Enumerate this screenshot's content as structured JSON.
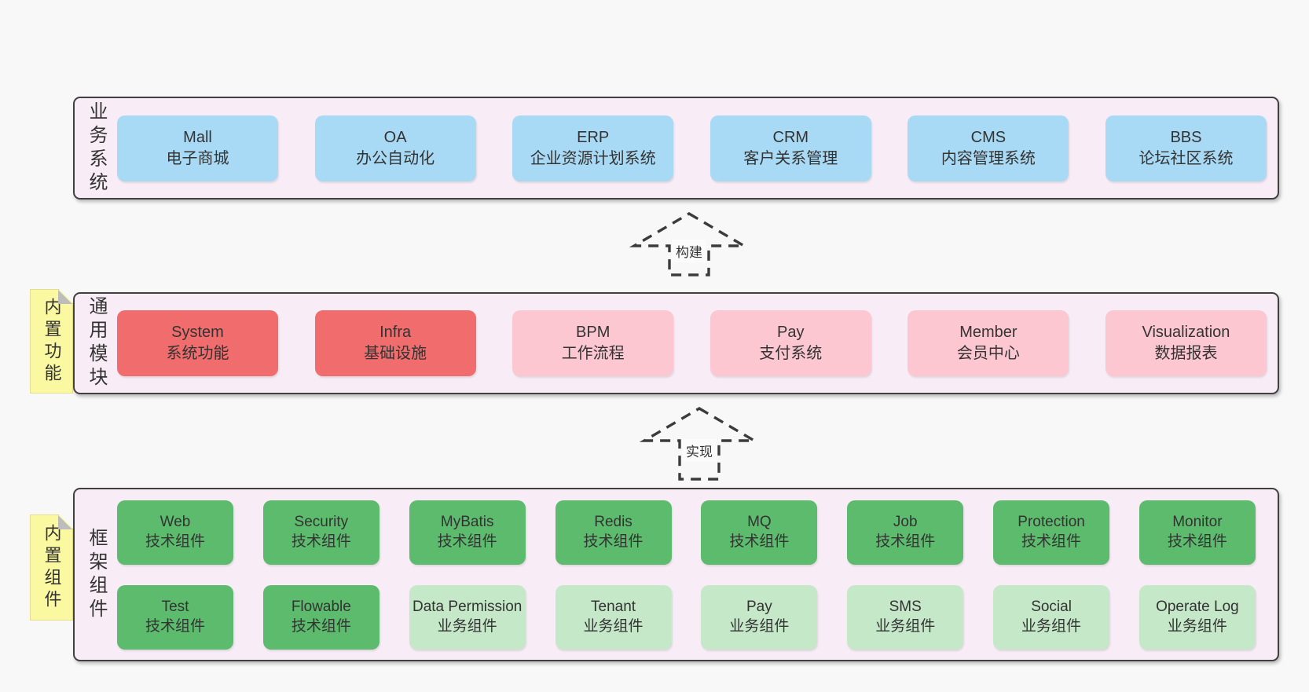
{
  "colors": {
    "page_bg": "#f8f8f8",
    "panel_bg": "#f8edf6",
    "panel_border": "#404040",
    "blue": "#a9daf5",
    "red": "#f16c6c",
    "pink": "#fcc7d1",
    "green": "#5cbb6c",
    "light_green": "#c5e8c8",
    "sticky_yellow": "#fbf8a2",
    "text": "#333333"
  },
  "arrows": [
    {
      "label": "构建"
    },
    {
      "label": "实现"
    }
  ],
  "stickies": [
    {
      "label": "内置功能"
    },
    {
      "label": "内置组件"
    }
  ],
  "layers": [
    {
      "label": "业务系统",
      "boxes": [
        {
          "name": "Mall",
          "desc": "电子商城",
          "color": "blue"
        },
        {
          "name": "OA",
          "desc": "办公自动化",
          "color": "blue"
        },
        {
          "name": "ERP",
          "desc": "企业资源计划系统",
          "color": "blue"
        },
        {
          "name": "CRM",
          "desc": "客户关系管理",
          "color": "blue"
        },
        {
          "name": "CMS",
          "desc": "内容管理系统",
          "color": "blue"
        },
        {
          "name": "BBS",
          "desc": "论坛社区系统",
          "color": "blue"
        }
      ]
    },
    {
      "label": "通用模块",
      "boxes": [
        {
          "name": "System",
          "desc": "系统功能",
          "color": "red"
        },
        {
          "name": "Infra",
          "desc": "基础设施",
          "color": "red"
        },
        {
          "name": "BPM",
          "desc": "工作流程",
          "color": "pink"
        },
        {
          "name": "Pay",
          "desc": "支付系统",
          "color": "pink"
        },
        {
          "name": "Member",
          "desc": "会员中心",
          "color": "pink"
        },
        {
          "name": "Visualization",
          "desc": "数据报表",
          "color": "pink"
        }
      ]
    },
    {
      "label": "框架组件",
      "rows": [
        [
          {
            "name": "Web",
            "desc": "技术组件",
            "color": "green"
          },
          {
            "name": "Security",
            "desc": "技术组件",
            "color": "green"
          },
          {
            "name": "MyBatis",
            "desc": "技术组件",
            "color": "green"
          },
          {
            "name": "Redis",
            "desc": "技术组件",
            "color": "green"
          },
          {
            "name": "MQ",
            "desc": "技术组件",
            "color": "green"
          },
          {
            "name": "Job",
            "desc": "技术组件",
            "color": "green"
          },
          {
            "name": "Protection",
            "desc": "技术组件",
            "color": "green"
          },
          {
            "name": "Monitor",
            "desc": "技术组件",
            "color": "green"
          }
        ],
        [
          {
            "name": "Test",
            "desc": "技术组件",
            "color": "green"
          },
          {
            "name": "Flowable",
            "desc": "技术组件",
            "color": "green"
          },
          {
            "name": "Data Permission",
            "desc": "业务组件",
            "color": "lightgreen"
          },
          {
            "name": "Tenant",
            "desc": "业务组件",
            "color": "lightgreen"
          },
          {
            "name": "Pay",
            "desc": "业务组件",
            "color": "lightgreen"
          },
          {
            "name": "SMS",
            "desc": "业务组件",
            "color": "lightgreen"
          },
          {
            "name": "Social",
            "desc": "业务组件",
            "color": "lightgreen"
          },
          {
            "name": "Operate Log",
            "desc": "业务组件",
            "color": "lightgreen"
          }
        ]
      ]
    }
  ]
}
